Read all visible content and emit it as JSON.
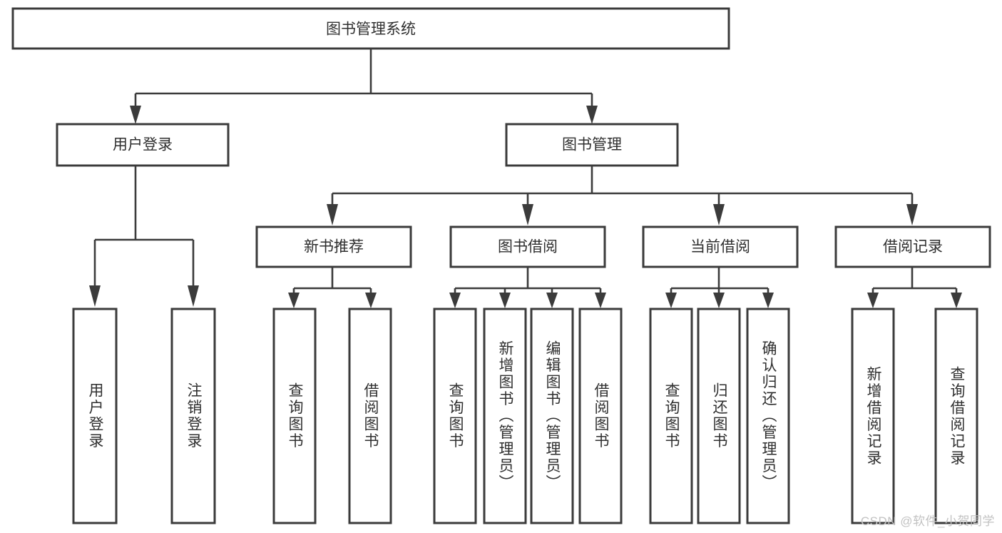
{
  "diagram": {
    "title": "图书管理系统",
    "type": "tree",
    "watermark": "CSDN @软件_小贺同学",
    "stroke_color": "#3b3b3b",
    "fill_color": "#ffffff",
    "text_color": "#2f2f2f",
    "watermark_color": "#c2c2c2",
    "levels": {
      "root": {
        "label": "图书管理系统"
      },
      "level2": [
        {
          "id": "user-login",
          "label": "用户登录"
        },
        {
          "id": "book-manage",
          "label": "图书管理"
        }
      ],
      "level3": [
        {
          "id": "new-book-recommend",
          "label": "新书推荐",
          "parent": "book-manage"
        },
        {
          "id": "book-borrow",
          "label": "图书借阅",
          "parent": "book-manage"
        },
        {
          "id": "current-borrow",
          "label": "当前借阅",
          "parent": "book-manage"
        },
        {
          "id": "borrow-record",
          "label": "借阅记录",
          "parent": "book-manage"
        }
      ],
      "leaves": [
        {
          "id": "leaf-user-login",
          "label": "用户登录",
          "parent": "user-login"
        },
        {
          "id": "leaf-logout",
          "label": "注销登录",
          "parent": "user-login"
        },
        {
          "id": "leaf-query-book-1",
          "label": "查询图书",
          "parent": "new-book-recommend"
        },
        {
          "id": "leaf-borrow-book-1",
          "label": "借阅图书",
          "parent": "new-book-recommend"
        },
        {
          "id": "leaf-query-book-2",
          "label": "查询图书",
          "parent": "book-borrow"
        },
        {
          "id": "leaf-add-book",
          "label": "新增图书（管理员）",
          "parent": "book-borrow"
        },
        {
          "id": "leaf-edit-book",
          "label": "编辑图书（管理员）",
          "parent": "book-borrow"
        },
        {
          "id": "leaf-borrow-book-2",
          "label": "借阅图书",
          "parent": "book-borrow"
        },
        {
          "id": "leaf-query-book-3",
          "label": "查询图书",
          "parent": "current-borrow"
        },
        {
          "id": "leaf-return-book",
          "label": "归还图书",
          "parent": "current-borrow"
        },
        {
          "id": "leaf-confirm-return",
          "label": "确认归还（管理员）",
          "parent": "current-borrow"
        },
        {
          "id": "leaf-add-record",
          "label": "新增借阅记录",
          "parent": "borrow-record"
        },
        {
          "id": "leaf-query-record",
          "label": "查询借阅记录",
          "parent": "borrow-record"
        }
      ]
    }
  }
}
